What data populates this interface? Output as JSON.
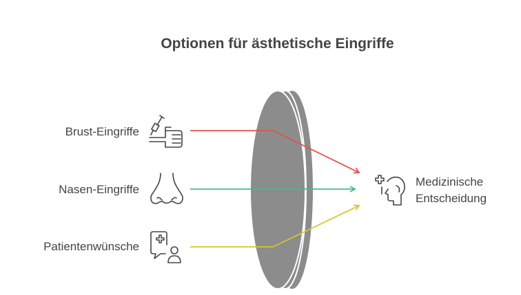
{
  "title": "Optionen für ästhetische Eingriffe",
  "inputs": [
    {
      "label": "Brust-Eingriffe",
      "icon": "syringe-hand-icon",
      "color": "#e0524b"
    },
    {
      "label": "Nasen-Eingriffe",
      "icon": "nose-icon",
      "color": "#3fbf7f"
    },
    {
      "label": "Patientenwünsche",
      "icon": "patient-chat-icon",
      "color": "#d9c52b"
    }
  ],
  "output": {
    "label_line1": "Medizinische",
    "label_line2": "Entscheidung",
    "icon": "medical-head-icon"
  },
  "lens": {
    "color": "#8c8c8c",
    "edge_color": "#ffffff"
  }
}
